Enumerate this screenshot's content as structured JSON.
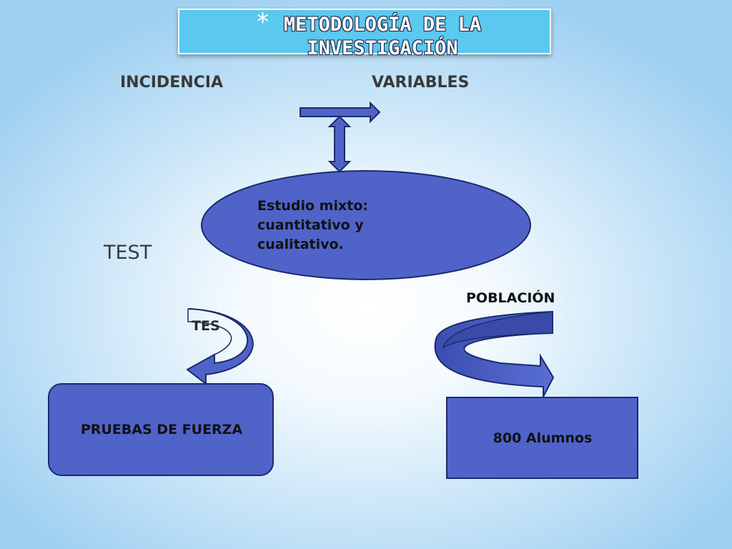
{
  "title": {
    "bullet": "*",
    "text": "METODOLOGÍA DE LA INVESTIGACIÓN"
  },
  "labels": {
    "incidencia": "INCIDENCIA",
    "variables": "VARIABLES",
    "test": "TEST",
    "tes": "TES"
  },
  "nodes": {
    "oval": "Estudio mixto: cuantitativo y cualitativo.",
    "pruebas": "PRUEBAS DE FUERZA",
    "poblacion": "POBLACIÓN",
    "alumnos": "800 Alumnos"
  },
  "colors": {
    "shape_fill": "#4f63c9",
    "shape_stroke": "#1d2a6b",
    "title_fill": "#5bc8f0"
  }
}
